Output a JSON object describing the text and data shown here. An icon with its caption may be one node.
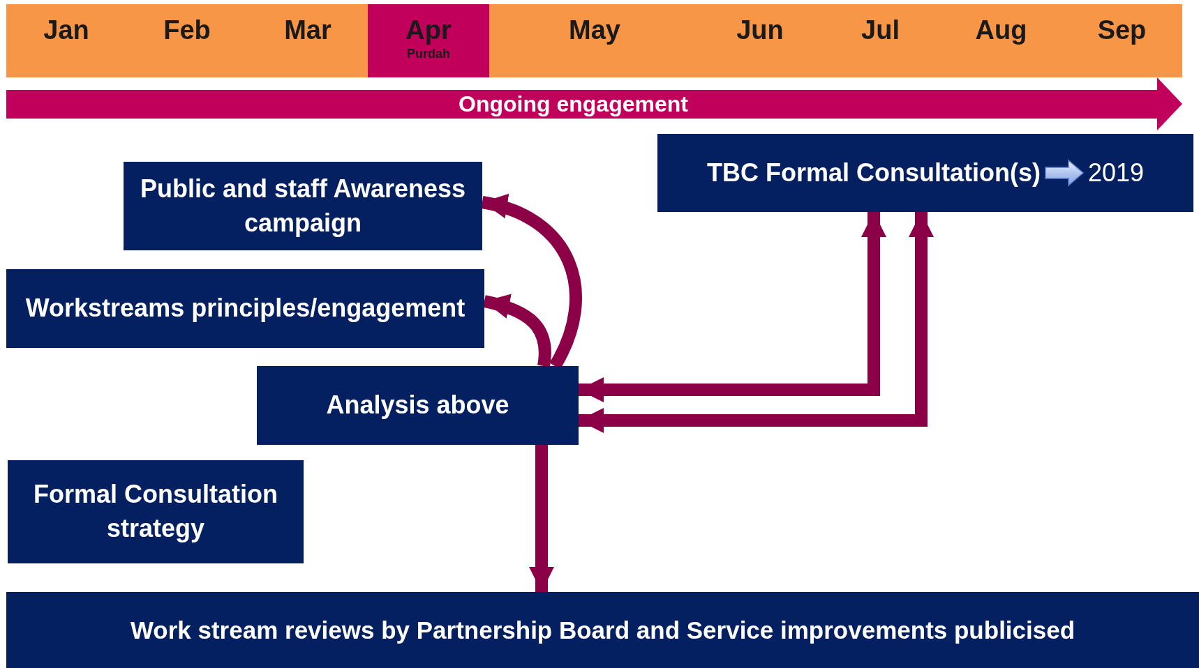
{
  "diagram": {
    "nodes": [
      {
        "text": [
          "Jan"
        ]
      },
      {
        "text": [
          "Feb"
        ]
      },
      {
        "text": [
          "Mar"
        ]
      },
      {
        "text": [
          "Apr",
          "Purdah"
        ]
      },
      {
        "text": [
          "May"
        ]
      },
      {
        "text": [
          "Jun"
        ]
      },
      {
        "text": [
          "Jul"
        ]
      },
      {
        "text": [
          "Aug"
        ]
      },
      {
        "text": [
          "Sep"
        ]
      },
      {
        "text": [
          "Ongoing engagement"
        ]
      },
      {
        "text": [
          "TBC Formal Consultation(s)",
          "2019"
        ]
      },
      {
        "text": [
          "Public and staff Awareness campaign"
        ]
      },
      {
        "text": [
          "Workstreams principles/engagement"
        ]
      },
      {
        "text": [
          "Analysis above"
        ]
      },
      {
        "text": [
          "Formal Consultation strategy"
        ]
      },
      {
        "text": [
          "Work stream reviews by Partnership Board and Service improvements publicised"
        ]
      }
    ],
    "edges": [
      {
        "from": 13,
        "to": 11,
        "arrow": "to"
      },
      {
        "from": 13,
        "to": 12,
        "arrow": "to"
      },
      {
        "from": 13,
        "to": 10,
        "arrow": "both"
      },
      {
        "from": 13,
        "to": 10,
        "arrow": "both"
      },
      {
        "from": 13,
        "to": 15,
        "arrow": "to"
      }
    ]
  }
}
